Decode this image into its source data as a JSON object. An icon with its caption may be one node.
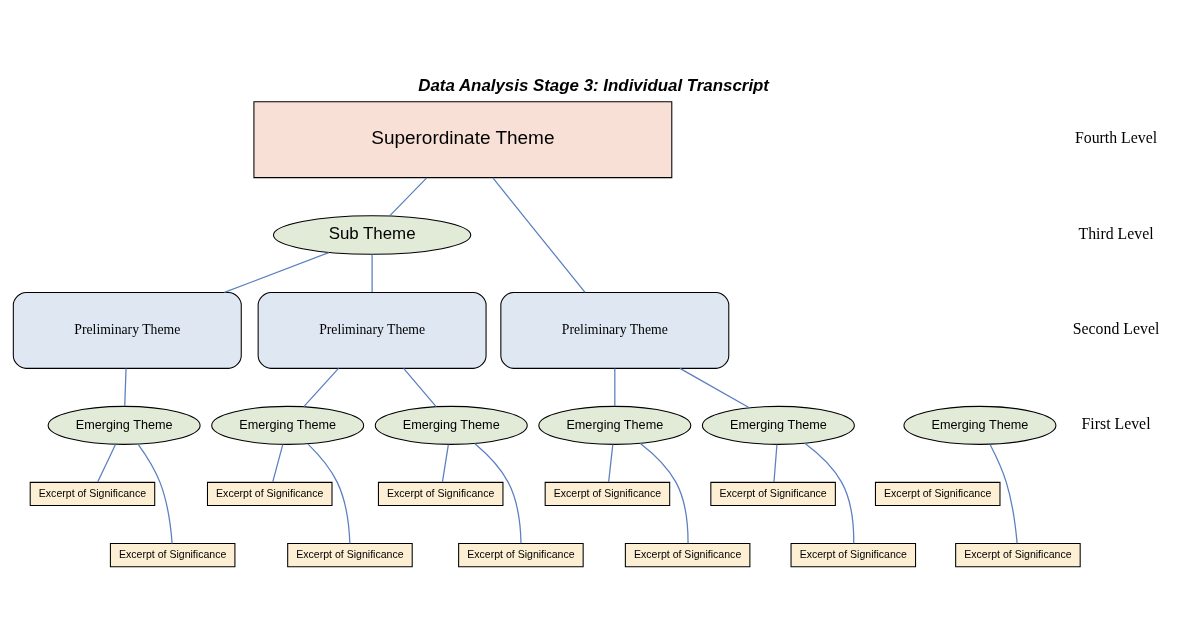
{
  "diagram": {
    "title": "Data Analysis Stage 3: Individual Transcript",
    "nodes": [
      {
        "text": [
          "Superordinate Theme"
        ]
      },
      {
        "text": [
          "Sub Theme"
        ]
      },
      {
        "text": [
          "Preliminary Theme"
        ]
      },
      {
        "text": [
          "Preliminary Theme"
        ]
      },
      {
        "text": [
          "Preliminary Theme"
        ]
      },
      {
        "text": [
          "Emerging Theme"
        ]
      },
      {
        "text": [
          "Emerging Theme"
        ]
      },
      {
        "text": [
          "Emerging Theme"
        ]
      },
      {
        "text": [
          "Emerging Theme"
        ]
      },
      {
        "text": [
          "Emerging Theme"
        ]
      },
      {
        "text": [
          "Emerging Theme"
        ]
      },
      {
        "text": [
          "Excerpt of Significance"
        ]
      },
      {
        "text": [
          "Excerpt of Significance"
        ]
      },
      {
        "text": [
          "Excerpt of Significance"
        ]
      },
      {
        "text": [
          "Excerpt of Significance"
        ]
      },
      {
        "text": [
          "Excerpt of Significance"
        ]
      },
      {
        "text": [
          "Excerpt of Significance"
        ]
      },
      {
        "text": [
          "Excerpt of Significance"
        ]
      },
      {
        "text": [
          "Excerpt of Significance"
        ]
      },
      {
        "text": [
          "Excerpt of Significance"
        ]
      },
      {
        "text": [
          "Excerpt of Significance"
        ]
      },
      {
        "text": [
          "Excerpt of Significance"
        ]
      },
      {
        "text": [
          "Excerpt of Significance"
        ]
      }
    ],
    "edges": [
      {
        "from": 0,
        "to": 1,
        "arrow": "none"
      },
      {
        "from": 0,
        "to": 4,
        "arrow": "none"
      },
      {
        "from": 1,
        "to": 2,
        "arrow": "none"
      },
      {
        "from": 1,
        "to": 3,
        "arrow": "none"
      },
      {
        "from": 2,
        "to": 6,
        "arrow": "none"
      },
      {
        "from": 3,
        "to": 7,
        "arrow": "none"
      },
      {
        "from": 3,
        "to": 8,
        "arrow": "none"
      },
      {
        "from": 4,
        "to": 9,
        "arrow": "none"
      },
      {
        "from": 4,
        "to": 10,
        "arrow": "none"
      },
      {
        "from": 5,
        "to": 17,
        "arrow": "none"
      },
      {
        "from": 6,
        "to": 12,
        "arrow": "none"
      },
      {
        "from": 6,
        "to": 18,
        "arrow": "none"
      },
      {
        "from": 7,
        "to": 13,
        "arrow": "none"
      },
      {
        "from": 7,
        "to": 19,
        "arrow": "none"
      },
      {
        "from": 8,
        "to": 14,
        "arrow": "none"
      },
      {
        "from": 8,
        "to": 20,
        "arrow": "none"
      },
      {
        "from": 9,
        "to": 15,
        "arrow": "none"
      },
      {
        "from": 9,
        "to": 21,
        "arrow": "none"
      },
      {
        "from": 10,
        "to": 16,
        "arrow": "none"
      },
      {
        "from": 10,
        "to": 22,
        "arrow": "none"
      }
    ],
    "labels": [
      "Fourth Level",
      "Third Level",
      "Second Level",
      "First Level"
    ]
  }
}
